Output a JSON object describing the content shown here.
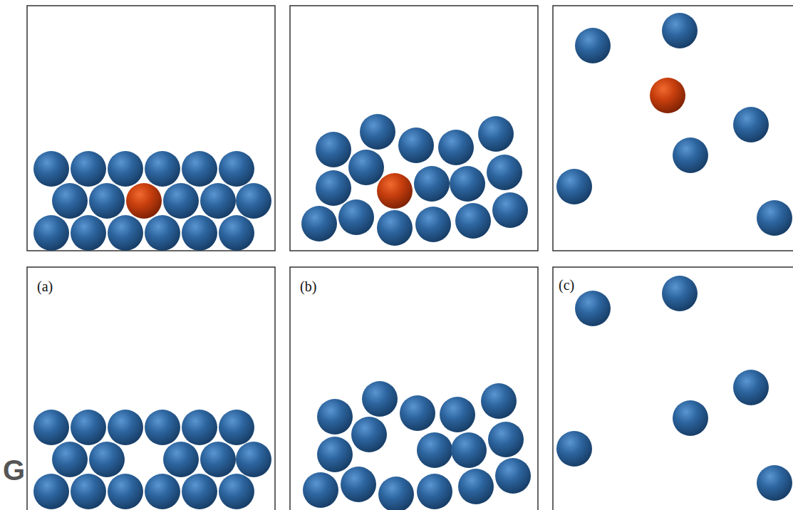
{
  "diagram": {
    "labels": [
      "(a)",
      "(b)",
      "(c)",
      "G"
    ]
  }
}
